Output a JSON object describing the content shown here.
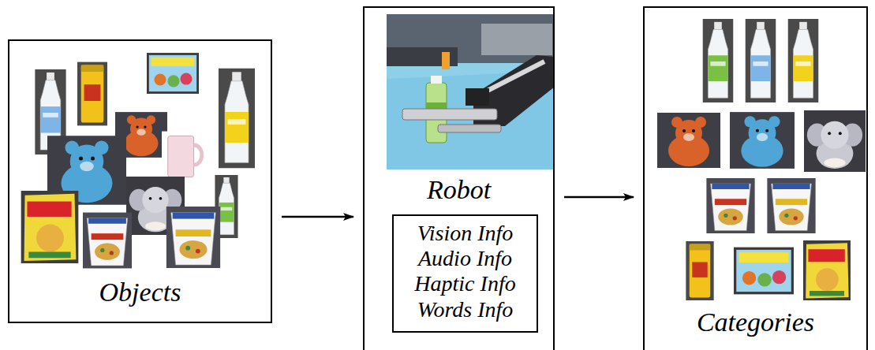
{
  "diagram": {
    "nodes": [
      {
        "text": [
          "Objects"
        ]
      },
      {
        "text": [
          "Robot"
        ]
      },
      {
        "text": [
          "Vision Info",
          "Audio Info",
          "Haptic Info",
          "Words Info"
        ],
        "in": 1
      },
      {
        "text": [
          "Categories"
        ]
      }
    ],
    "edges": [
      {
        "from": 0,
        "to": 1,
        "arrow": "to"
      },
      {
        "from": 1,
        "to": 3,
        "arrow": "to"
      }
    ]
  }
}
